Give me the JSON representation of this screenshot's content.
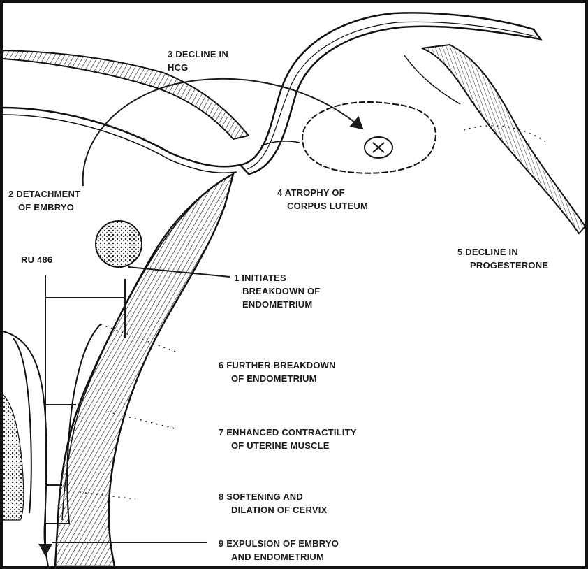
{
  "labels": {
    "hcg": [
      "3 DECLINE IN",
      "HCG"
    ],
    "detachment": [
      "2 DETACHMENT",
      "OF EMBRYO"
    ],
    "atrophy": [
      "4 ATROPHY OF",
      "CORPUS LUTEUM"
    ],
    "progesterone": [
      "5 DECLINE IN",
      "PROGESTERONE"
    ],
    "ru486": "RU 486",
    "initiates": [
      "1 INITIATES",
      "BREAKDOWN OF",
      "ENDOMETRIUM"
    ],
    "further": [
      "6 FURTHER BREAKDOWN",
      "OF ENDOMETRIUM"
    ],
    "contractility": [
      "7 ENHANCED CONTRACTILITY",
      "OF UTERINE MUSCLE"
    ],
    "softening": [
      "8 SOFTENING AND",
      "DILATION OF CERVIX"
    ],
    "expulsion": [
      "9 EXPULSION OF EMBRYO",
      "AND ENDOMETRIUM"
    ]
  },
  "colors": {
    "ink": "#1a1a1a",
    "paper": "#ffffff"
  }
}
